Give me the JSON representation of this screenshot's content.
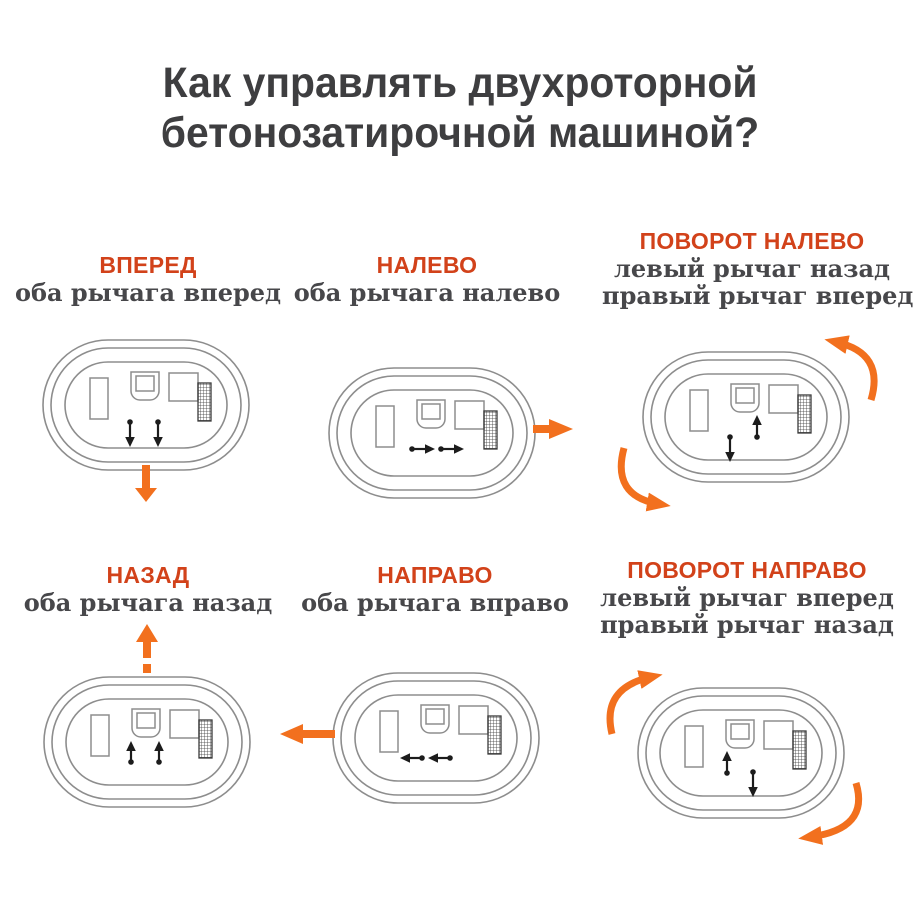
{
  "title": {
    "line1": "Как управлять двухроторной",
    "line2": "бетонозатирочной машиной?"
  },
  "panels": [
    {
      "id": "forward",
      "title": "ВПЕРЕД",
      "lines": [
        "оба рычага вперед"
      ]
    },
    {
      "id": "left",
      "title": "НАЛЕВО",
      "lines": [
        "оба рычага налево"
      ]
    },
    {
      "id": "turn-left",
      "title": "ПОВОРОТ НАЛЕВО",
      "lines": [
        "левый рычаг назад",
        "правый рычаг вперед"
      ]
    },
    {
      "id": "back",
      "title": "НАЗАД",
      "lines": [
        "оба рычага назад"
      ]
    },
    {
      "id": "right",
      "title": "НАПРАВО",
      "lines": [
        "оба рычага вправо"
      ]
    },
    {
      "id": "turn-right",
      "title": "ПОВОРОТ НАПРАВО",
      "lines": [
        "левый рычаг вперед",
        "правый рычаг назад"
      ]
    }
  ],
  "colors": {
    "heading_orange": "#d2421a",
    "arrow_orange": "#f2701e",
    "title_gray": "#3e3e40",
    "subtitle_gray": "#47474a",
    "machine_outline_gray": "#8d8d8d",
    "lever_arrow_black": "#1c1c1c",
    "background": "#ffffff"
  }
}
